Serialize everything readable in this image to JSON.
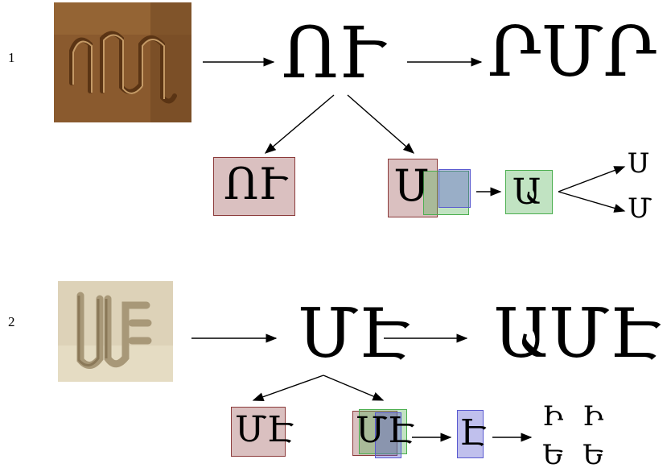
{
  "rows": [
    {
      "label": "1",
      "photo": {
        "kind": "carved-inscription-brown",
        "base": "#8a5a2e",
        "shade": "#5a3414"
      },
      "ligature": "ՈՒ",
      "expanded": "ՐՄՐ",
      "boxed_ligature": "ՈՒ",
      "overlap_glyph": "Ս",
      "extracted": "Ա",
      "outputs": [
        "Ս",
        "Մ"
      ]
    },
    {
      "label": "2",
      "photo": {
        "kind": "carved-inscription-stone",
        "base": "#ddd2b8",
        "shade": "#a89878"
      },
      "ligature": "ՄԷ",
      "expanded": "ԱՄԷ",
      "boxed_ligature": "ՄԷ",
      "overlap_glyph": "ՄԷ",
      "extracted": "Է",
      "outputs": [
        "Ի",
        "Ի",
        "Ե",
        "Ե"
      ]
    }
  ],
  "colors": {
    "box_red": "#8b3a3a",
    "box_blue": "#5a5ad0",
    "box_green": "#4caf50",
    "accent_red": "#7a0a10",
    "accent_gold": "#a87a20"
  }
}
